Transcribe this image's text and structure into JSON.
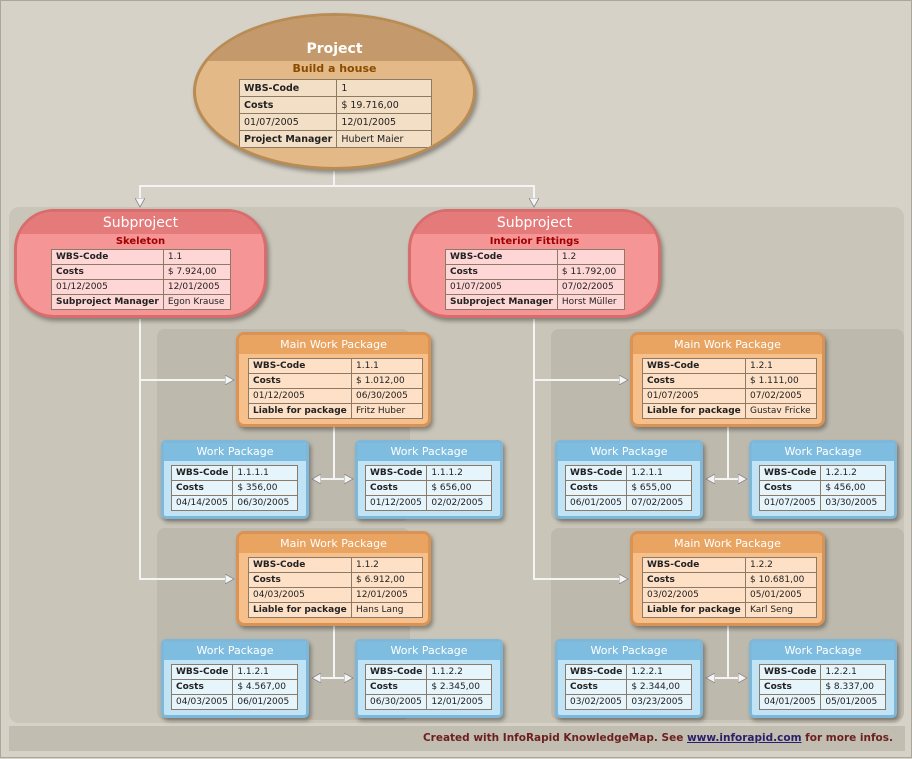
{
  "project": {
    "title": "Project",
    "subtitle": "Build a house",
    "rows": [
      [
        "WBS-Code",
        "1"
      ],
      [
        "Costs",
        "$ 19.716,00"
      ],
      [
        "01/07/2005",
        "12/01/2005"
      ],
      [
        "Project Manager",
        "Hubert Maier"
      ]
    ]
  },
  "subprojects": [
    {
      "title": "Subproject",
      "subtitle": "Skeleton",
      "rows": [
        [
          "WBS-Code",
          "1.1"
        ],
        [
          "Costs",
          "$ 7.924,00"
        ],
        [
          "01/12/2005",
          "12/01/2005"
        ],
        [
          "Subproject Manager",
          "Egon Krause"
        ]
      ]
    },
    {
      "title": "Subproject",
      "subtitle": "Interior Fittings",
      "rows": [
        [
          "WBS-Code",
          "1.2"
        ],
        [
          "Costs",
          "$ 11.792,00"
        ],
        [
          "01/07/2005",
          "07/02/2005"
        ],
        [
          "Subproject Manager",
          "Horst Müller"
        ]
      ]
    }
  ],
  "main_packages": [
    {
      "title": "Main Work Package",
      "rows": [
        [
          "WBS-Code",
          "1.1.1"
        ],
        [
          "Costs",
          "$ 1.012,00"
        ],
        [
          "01/12/2005",
          "06/30/2005"
        ],
        [
          "Liable for package",
          "Fritz Huber"
        ]
      ]
    },
    {
      "title": "Main Work Package",
      "rows": [
        [
          "WBS-Code",
          "1.1.2"
        ],
        [
          "Costs",
          "$ 6.912,00"
        ],
        [
          "04/03/2005",
          "12/01/2005"
        ],
        [
          "Liable for package",
          "Hans Lang"
        ]
      ]
    },
    {
      "title": "Main Work Package",
      "rows": [
        [
          "WBS-Code",
          "1.2.1"
        ],
        [
          "Costs",
          "$ 1.111,00"
        ],
        [
          "01/07/2005",
          "07/02/2005"
        ],
        [
          "Liable for package",
          "Gustav Fricke"
        ]
      ]
    },
    {
      "title": "Main Work Package",
      "rows": [
        [
          "WBS-Code",
          "1.2.2"
        ],
        [
          "Costs",
          "$ 10.681,00"
        ],
        [
          "03/02/2005",
          "05/01/2005"
        ],
        [
          "Liable for package",
          "Karl Seng"
        ]
      ]
    }
  ],
  "work_packages": [
    {
      "title": "Work Package",
      "rows": [
        [
          "WBS-Code",
          "1.1.1.1"
        ],
        [
          "Costs",
          "$ 356,00"
        ],
        [
          "04/14/2005",
          "06/30/2005"
        ]
      ]
    },
    {
      "title": "Work Package",
      "rows": [
        [
          "WBS-Code",
          "1.1.1.2"
        ],
        [
          "Costs",
          "$ 656,00"
        ],
        [
          "01/12/2005",
          "02/02/2005"
        ]
      ]
    },
    {
      "title": "Work Package",
      "rows": [
        [
          "WBS-Code",
          "1.1.2.1"
        ],
        [
          "Costs",
          "$ 4.567,00"
        ],
        [
          "04/03/2005",
          "06/01/2005"
        ]
      ]
    },
    {
      "title": "Work Package",
      "rows": [
        [
          "WBS-Code",
          "1.1.2.2"
        ],
        [
          "Costs",
          "$ 2.345,00"
        ],
        [
          "06/30/2005",
          "12/01/2005"
        ]
      ]
    },
    {
      "title": "Work Package",
      "rows": [
        [
          "WBS-Code",
          "1.2.1.1"
        ],
        [
          "Costs",
          "$ 655,00"
        ],
        [
          "06/01/2005",
          "07/02/2005"
        ]
      ]
    },
    {
      "title": "Work Package",
      "rows": [
        [
          "WBS-Code",
          "1.2.1.2"
        ],
        [
          "Costs",
          "$ 456,00"
        ],
        [
          "01/07/2005",
          "03/30/2005"
        ]
      ]
    },
    {
      "title": "Work Package",
      "rows": [
        [
          "WBS-Code",
          "1.2.2.1"
        ],
        [
          "Costs",
          "$ 2.344,00"
        ],
        [
          "03/02/2005",
          "03/23/2005"
        ]
      ]
    },
    {
      "title": "Work Package",
      "rows": [
        [
          "WBS-Code",
          "1.2.2.1"
        ],
        [
          "Costs",
          "$ 8.337,00"
        ],
        [
          "04/01/2005",
          "05/01/2005"
        ]
      ]
    }
  ],
  "footer": {
    "prefix": "Created with InfoRapid KnowledgeMap. See ",
    "link": "www.inforapid.com",
    "suffix": " for more infos."
  },
  "colors": {
    "background": "#d6d2c7",
    "project": "#e2b987",
    "subproject": "#f69595",
    "main_package": "#f7c08a",
    "work_package": "#c0e3f6",
    "connector": "#f4f4f4"
  }
}
